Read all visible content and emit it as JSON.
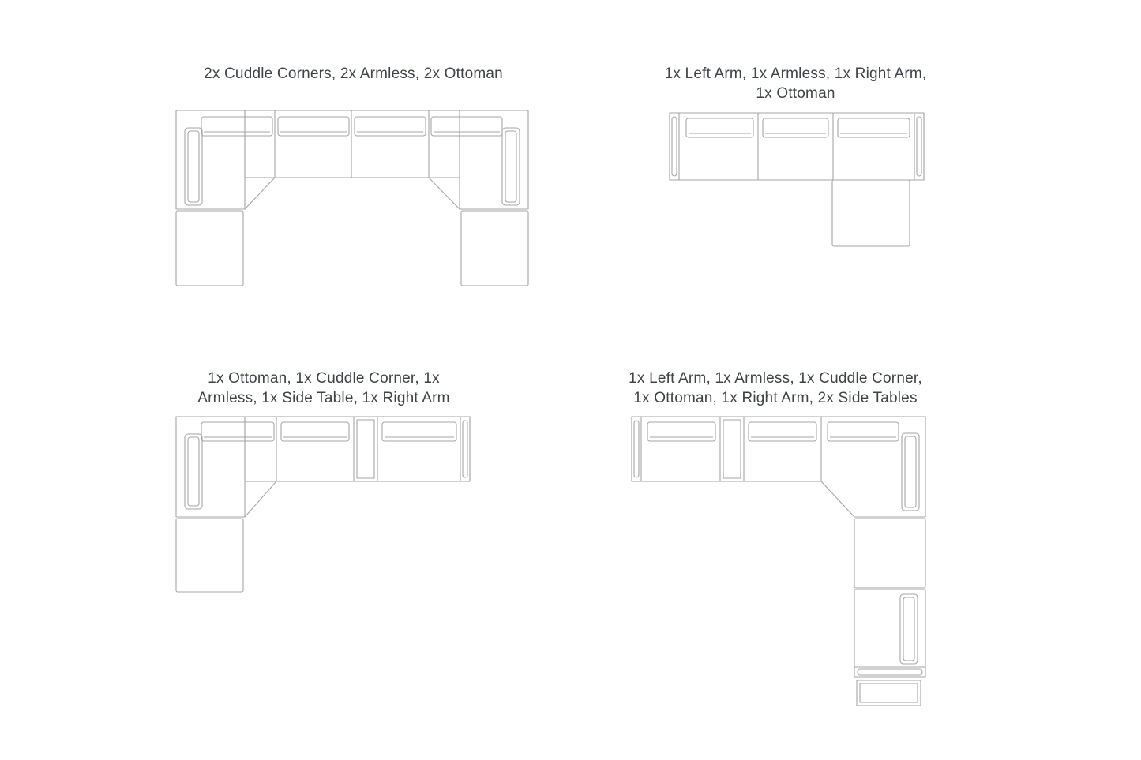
{
  "colors": {
    "line": "#a6a6a6",
    "text": "#3f4347"
  },
  "diagrams": [
    {
      "id": "u-shaped-sectional",
      "label": "2x Cuddle Corners, 2x Armless, 2x Ottoman"
    },
    {
      "id": "sofa-with-ottoman-chaise",
      "label": "1x Left Arm, 1x Armless, 1x Right Arm,\n1x Ottoman"
    },
    {
      "id": "l-shaped-with-side-table",
      "label": "1x Ottoman, 1x Cuddle Corner, 1x\nArmless, 1x Side Table, 1x Right Arm"
    },
    {
      "id": "l-shaped-with-two-side-tables",
      "label": "1x Left Arm, 1x Armless, 1x Cuddle Corner,\n1x Ottoman, 1x Right Arm, 2x Side Tables"
    }
  ]
}
